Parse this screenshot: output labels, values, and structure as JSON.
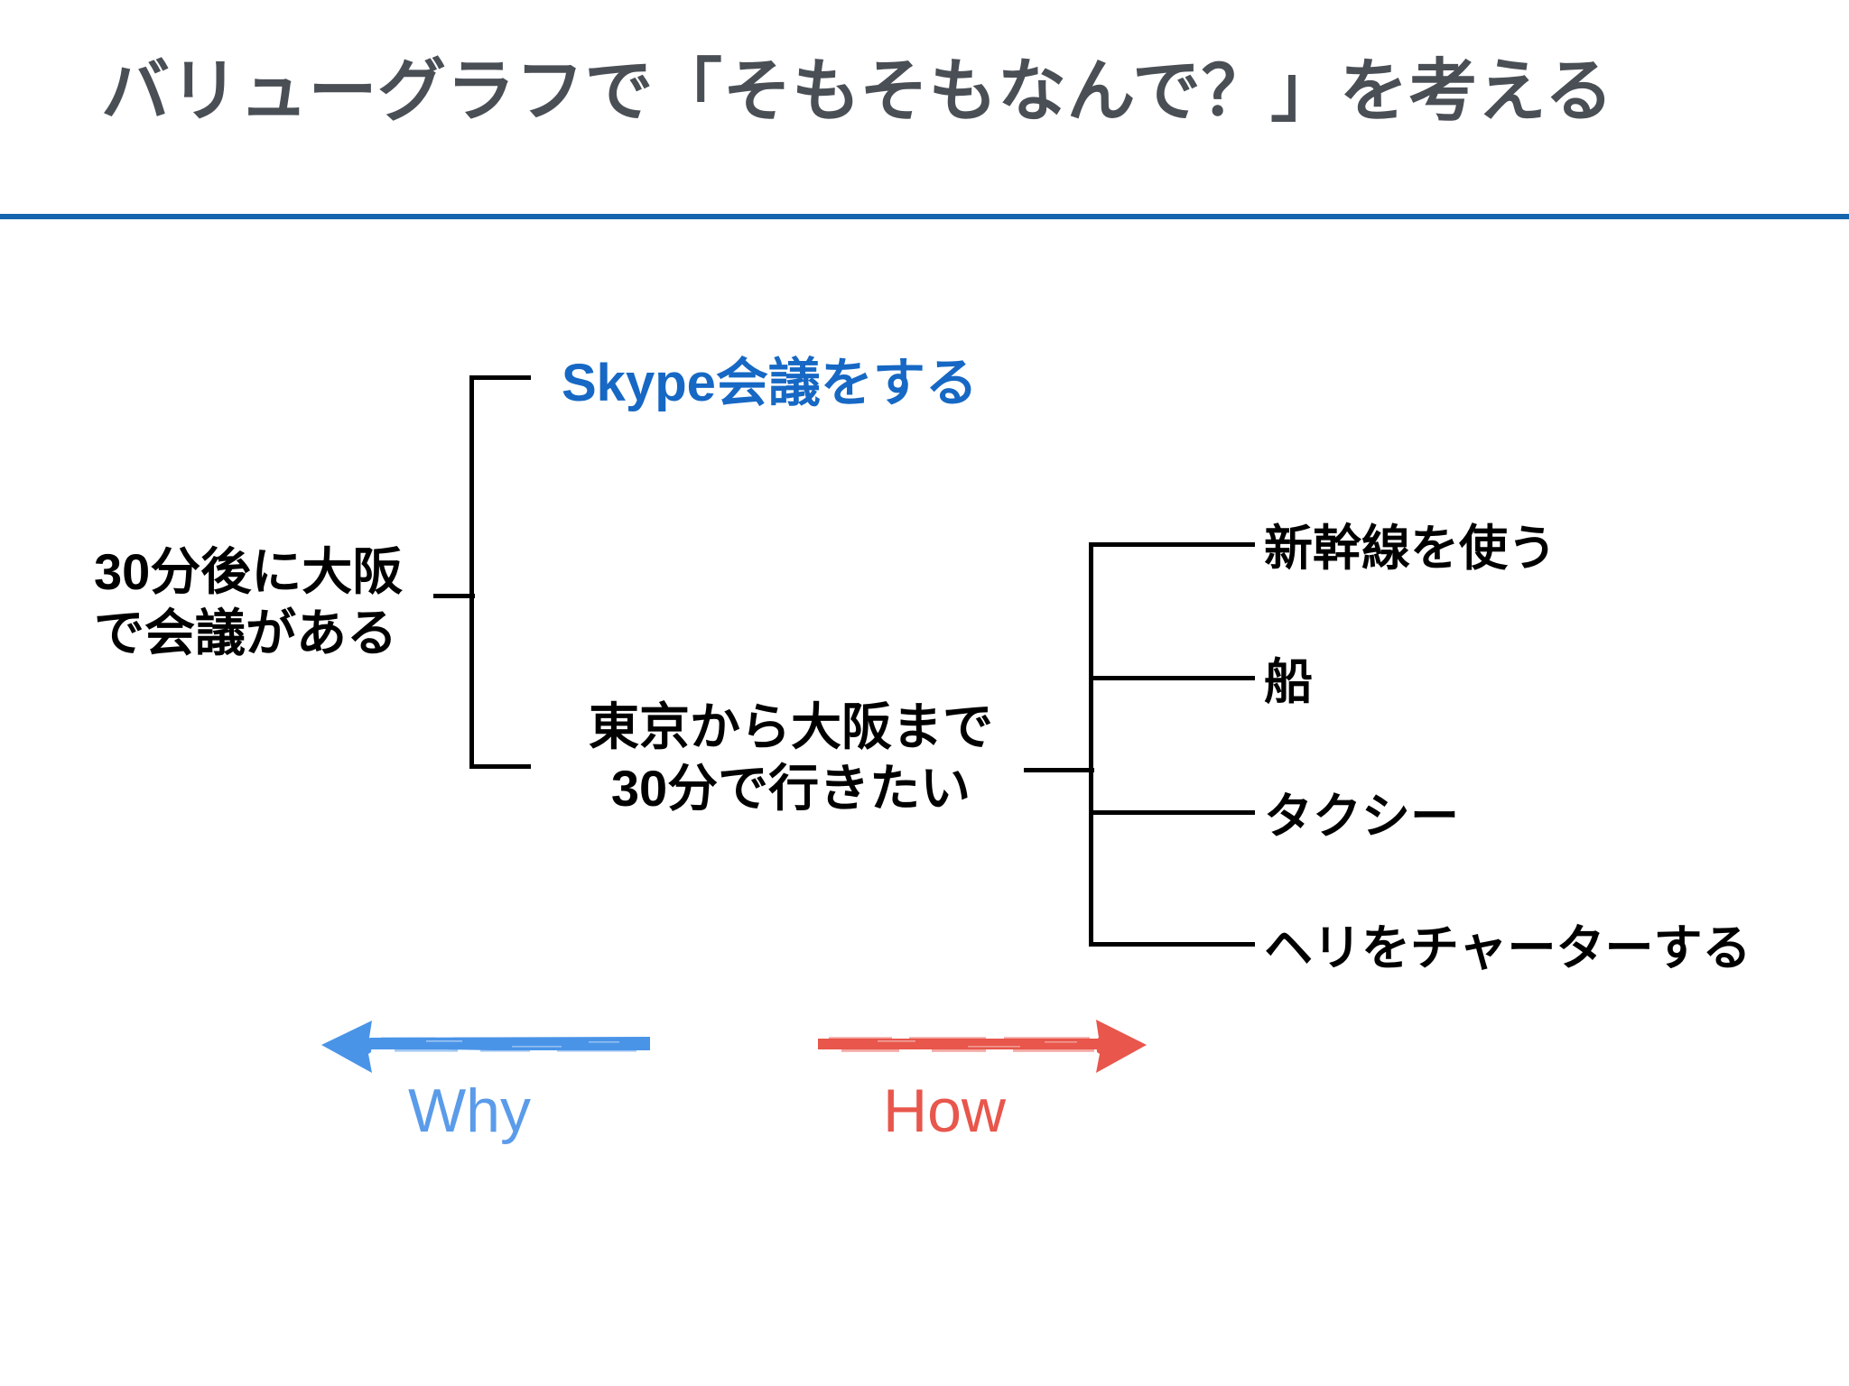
{
  "slide": {
    "title": "バリューグラフで「そもそもなんで？」を考える",
    "rule_color": "#1565ad",
    "title_color": "#4a4f56",
    "background": "#ffffff"
  },
  "diagram": {
    "type": "value-graph-tree",
    "root": {
      "label": "30分後に大阪\nで会議がある",
      "color": "#000000"
    },
    "level1": [
      {
        "label": "Skype会議をする",
        "color": "#1668c4",
        "highlight": true
      },
      {
        "label": "東京から大阪まで\n30分で行きたい",
        "color": "#000000",
        "highlight": false
      }
    ],
    "level2": [
      {
        "label": "新幹線を使う",
        "color": "#000000"
      },
      {
        "label": "船",
        "color": "#000000"
      },
      {
        "label": "タクシー",
        "color": "#000000"
      },
      {
        "label": "ヘリをチャーターする",
        "color": "#000000"
      }
    ]
  },
  "axes": {
    "why": {
      "label": "Why",
      "color": "#5a9bea",
      "direction": "left"
    },
    "how": {
      "label": "How",
      "color": "#e8564c",
      "direction": "right"
    }
  }
}
